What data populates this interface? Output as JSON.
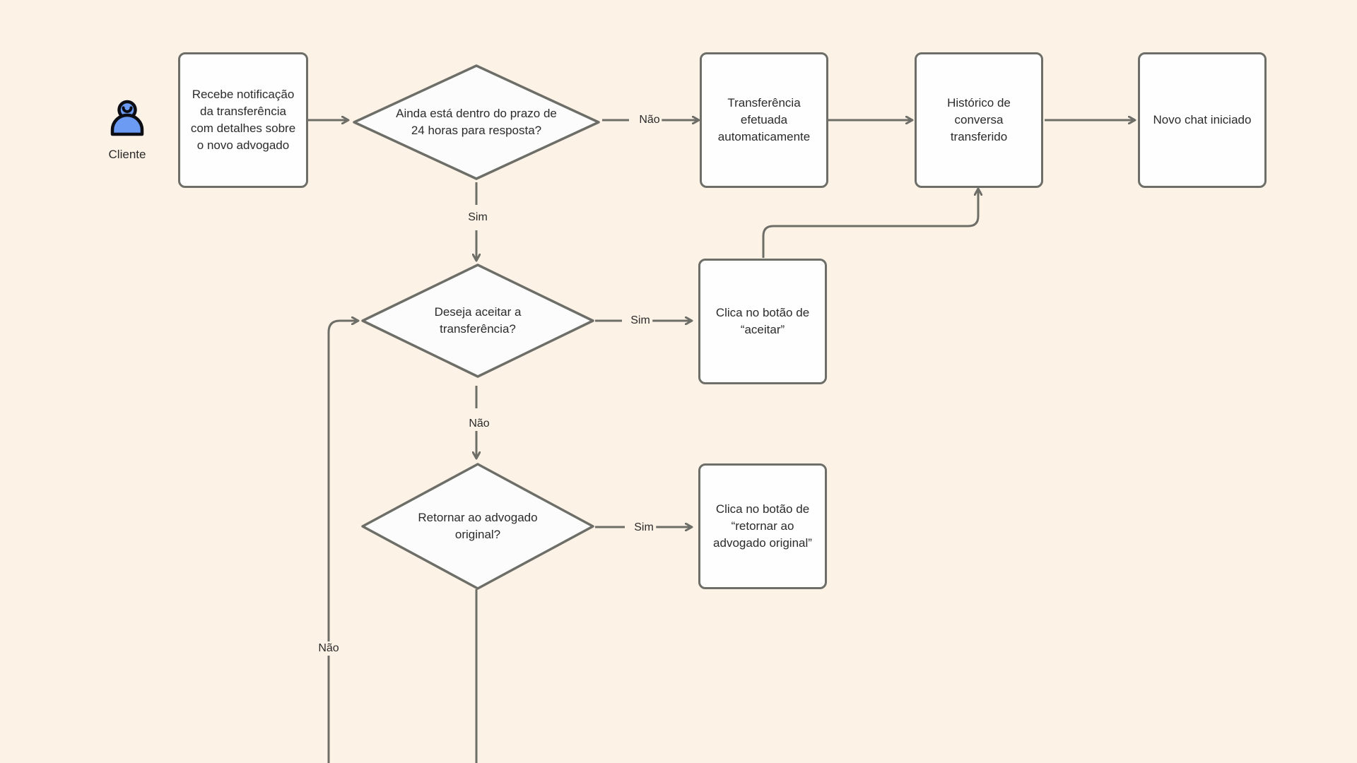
{
  "diagram": {
    "type": "flowchart",
    "background_color": "#fdf2e6",
    "node_fill": "#fefefe",
    "node_stroke": "#6e6e68",
    "text_color": "#2b2b2b",
    "actor_color": "#6b9bf2"
  },
  "actor": {
    "icon": "user-person-icon",
    "label": "Cliente"
  },
  "nodes": {
    "receive_notification": "Recebe notificação da transferência com detalhes sobre o novo advogado",
    "within_deadline": "Ainda está dentro do prazo de 24 horas para resposta?",
    "transfer_auto": "Transferência efetuada automaticamente",
    "history_transferred": "Histórico de conversa transferido",
    "new_chat": "Novo chat iniciado",
    "wants_accept": "Deseja aceitar a transferência?",
    "click_accept": "Clica no botão de “aceitar”",
    "return_original": "Retornar ao advogado original?",
    "click_return": "Clica no botão de “retornar ao advogado original”"
  },
  "edge_labels": {
    "deadline_no": "Não",
    "deadline_yes": "Sim",
    "accept_yes": "Sim",
    "accept_no": "Não",
    "return_yes": "Sim",
    "return_no": "Não"
  }
}
